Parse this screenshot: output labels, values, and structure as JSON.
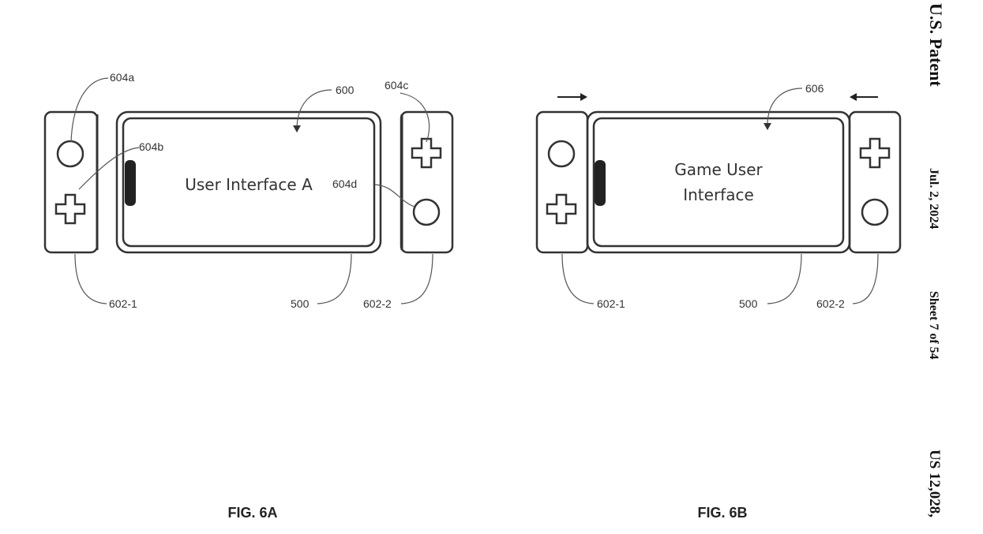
{
  "header": {
    "patent_title": "U.S. Patent",
    "date": "Jul. 2, 2024",
    "sheet": "Sheet 7 of 54",
    "patent_number": "US 12,028,"
  },
  "fig6a": {
    "caption": "FIG. 6A",
    "screen_text": "User Interface A",
    "refs": {
      "r604a": "604a",
      "r604b": "604b",
      "r604c": "604c",
      "r604d": "604d",
      "r600": "600",
      "r602_1": "602-1",
      "r602_2": "602-2",
      "r500": "500"
    }
  },
  "fig6b": {
    "caption": "FIG. 6B",
    "screen_line1": "Game User",
    "screen_line2": "Interface",
    "refs": {
      "r606": "606",
      "r602_1": "602-1",
      "r602_2": "602-2",
      "r500": "500"
    }
  }
}
